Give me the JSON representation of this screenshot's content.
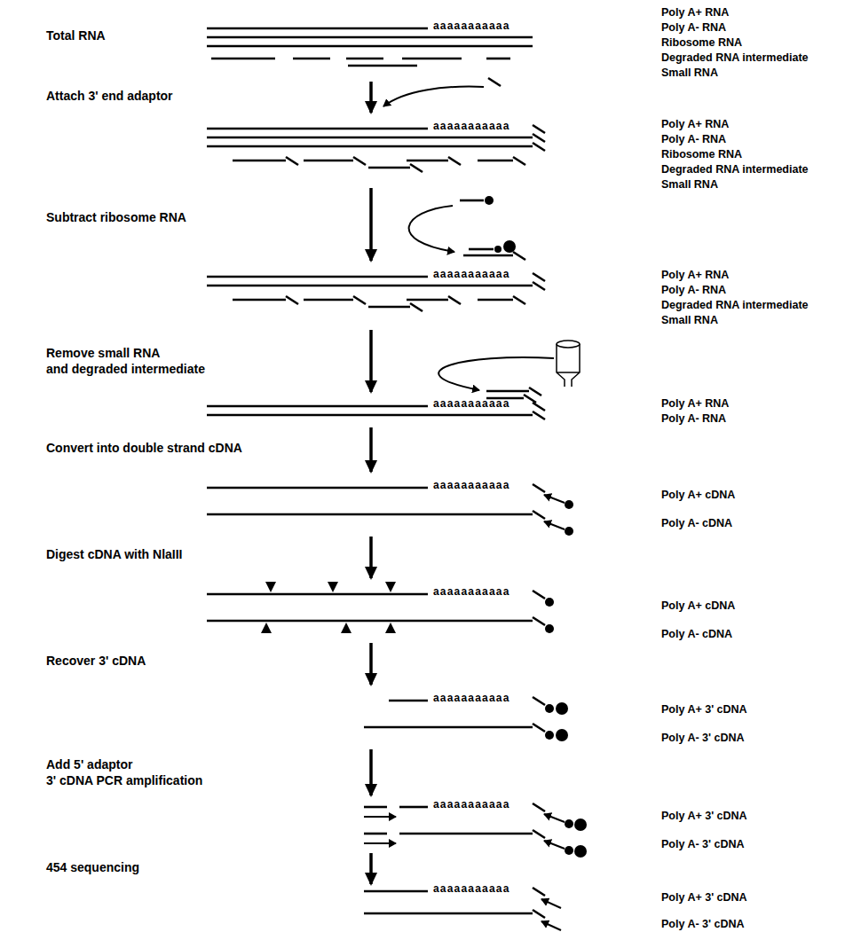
{
  "diagram": {
    "labels": [
      "Total RNA",
      "aaaaaaaaaaa",
      "Poly A+ RNA",
      "Poly A- RNA",
      "Ribosome RNA",
      "Degraded RNA intermediate",
      "Small RNA",
      "Attach 3' end adaptor",
      "aaaaaaaaaaa",
      "Poly A+ RNA",
      "Poly A- RNA",
      "Ribosome RNA",
      "Degraded RNA intermediate",
      "Small RNA",
      "Subtract ribosome RNA",
      "aaaaaaaaaaa",
      "Poly A+ RNA",
      "Poly A- RNA",
      "Degraded RNA intermediate",
      "Small RNA",
      "Remove small RNA",
      "and degraded intermediate",
      "aaaaaaaaaaa",
      "Poly A+ RNA",
      "Poly A- RNA",
      "Convert into double strand cDNA",
      "aaaaaaaaaaa",
      "Poly A+ cDNA",
      "Poly A- cDNA",
      "Digest cDNA with NlaIII",
      "aaaaaaaaaaa",
      "Poly A+ cDNA",
      "Poly A- cDNA",
      "Recover 3' cDNA",
      "aaaaaaaaaaa",
      "Poly A+ 3' cDNA",
      "Poly A- 3' cDNA",
      "Add 5' adaptor",
      "3' cDNA PCR amplification",
      "aaaaaaaaaaa",
      "Poly A+ 3' cDNA",
      "Poly A- 3' cDNA",
      "454 sequencing",
      "aaaaaaaaaaa",
      "Poly A+ 3' cDNA",
      "Poly A- 3' cDNA"
    ]
  }
}
